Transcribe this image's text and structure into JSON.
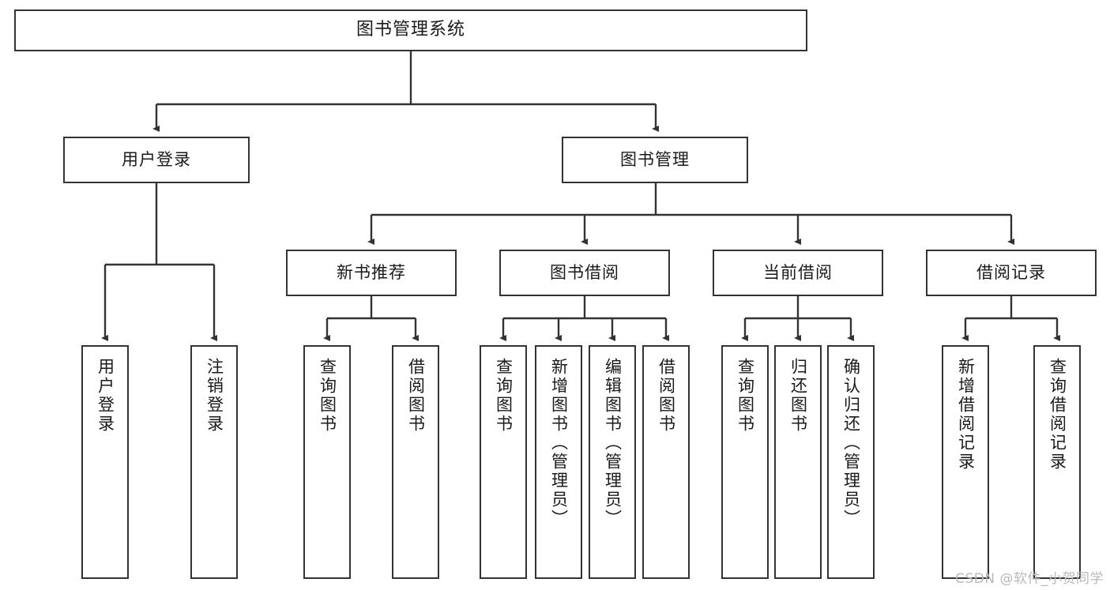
{
  "diagram": {
    "title": "图书管理系统",
    "type": "tree",
    "root": {
      "label": "图书管理系统",
      "children": [
        {
          "label": "用户登录",
          "children": [
            {
              "label": "用户登录"
            },
            {
              "label": "注销登录"
            }
          ]
        },
        {
          "label": "图书管理",
          "children": [
            {
              "label": "新书推荐",
              "children": [
                {
                  "label": "查询图书"
                },
                {
                  "label": "借阅图书"
                }
              ]
            },
            {
              "label": "图书借阅",
              "children": [
                {
                  "label": "查询图书"
                },
                {
                  "label": "新增图书（管理员）"
                },
                {
                  "label": "编辑图书（管理员）"
                },
                {
                  "label": "借阅图书"
                }
              ]
            },
            {
              "label": "当前借阅",
              "children": [
                {
                  "label": "查询图书"
                },
                {
                  "label": "归还图书"
                },
                {
                  "label": "确认归还（管理员）"
                }
              ]
            },
            {
              "label": "借阅记录",
              "children": [
                {
                  "label": "新增借阅记录"
                },
                {
                  "label": "查询借阅记录"
                }
              ]
            }
          ]
        }
      ]
    },
    "nodes": {
      "root": "图书管理系统",
      "user_login": "用户登录",
      "book_manage": "图书管理",
      "new_book_rec": "新书推荐",
      "book_borrow": "图书借阅",
      "current_borrow": "当前借阅",
      "borrow_record": "借阅记录",
      "leaf_user_login": "用户登录",
      "leaf_logout": "注销登录",
      "leaf_rec_query": "查询图书",
      "leaf_rec_borrow": "借阅图书",
      "leaf_borrow_query": "查询图书",
      "leaf_borrow_add": "新增图书（管理员）",
      "leaf_borrow_edit": "编辑图书（管理员）",
      "leaf_borrow_borrow": "借阅图书",
      "leaf_cur_query": "查询图书",
      "leaf_cur_return": "归还图书",
      "leaf_cur_confirm": "确认归还（管理员）",
      "leaf_rec_add": "新增借阅记录",
      "leaf_rec_query2": "查询借阅记录"
    },
    "colors": {
      "border": "#333333",
      "text": "#1a1a1a",
      "background": "#ffffff",
      "edge": "#333333",
      "watermark": "#b9b9b9"
    }
  },
  "watermark": {
    "text": "CSDN @软件_小贺同学"
  }
}
